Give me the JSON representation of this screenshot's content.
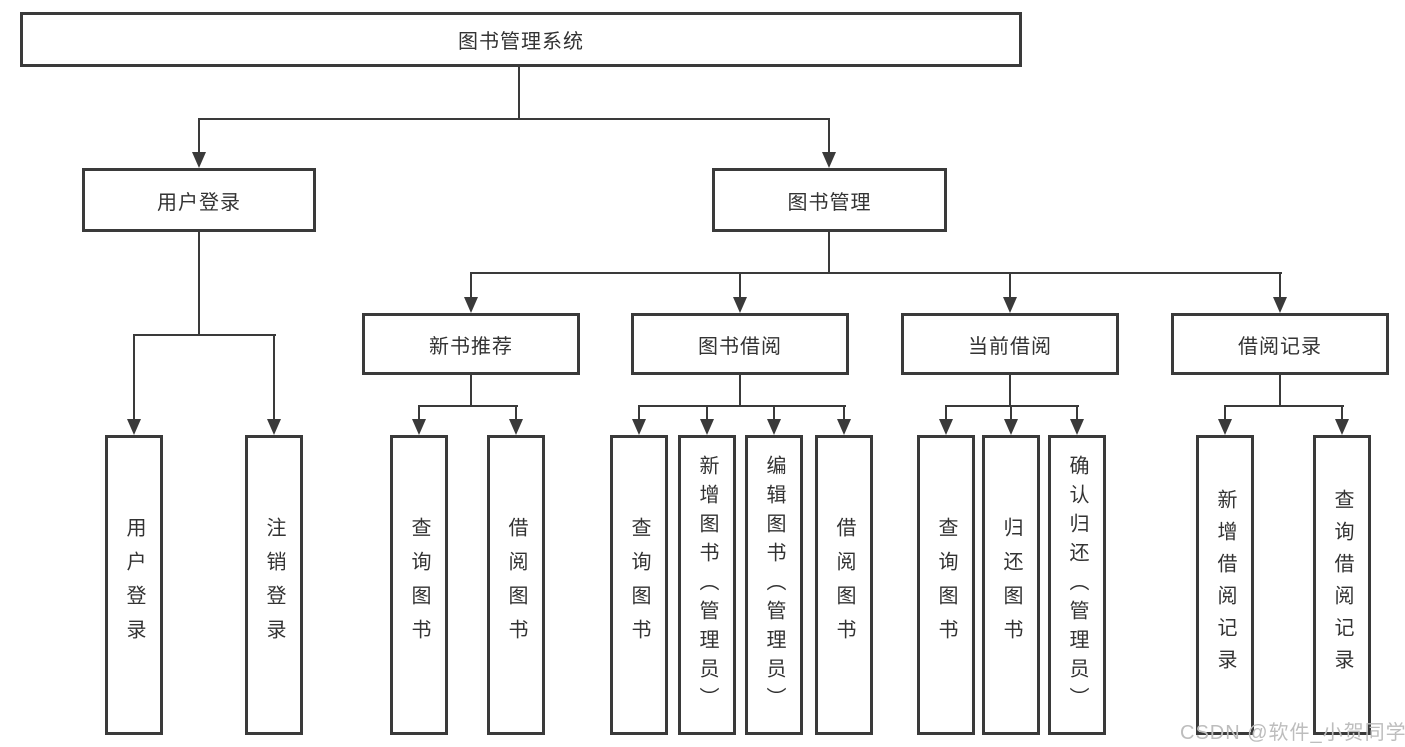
{
  "diagram": {
    "root": {
      "label": "图书管理系统"
    },
    "branches": [
      {
        "label": "用户登录",
        "children": [
          {
            "label": "用户登录"
          },
          {
            "label": "注销登录"
          }
        ]
      },
      {
        "label": "图书管理",
        "children": [
          {
            "label": "新书推荐",
            "children": [
              {
                "label": "查询图书"
              },
              {
                "label": "借阅图书"
              }
            ]
          },
          {
            "label": "图书借阅",
            "children": [
              {
                "label": "查询图书"
              },
              {
                "label": "新增图书（管理员）"
              },
              {
                "label": "编辑图书（管理员）"
              },
              {
                "label": "借阅图书"
              }
            ]
          },
          {
            "label": "当前借阅",
            "children": [
              {
                "label": "查询图书"
              },
              {
                "label": "归还图书"
              },
              {
                "label": "确认归还（管理员）"
              }
            ]
          },
          {
            "label": "借阅记录",
            "children": [
              {
                "label": "新增借阅记录"
              },
              {
                "label": "查询借阅记录"
              }
            ]
          }
        ]
      }
    ]
  },
  "watermark": {
    "text": "CSDN @软件_小贺同学"
  },
  "colors": {
    "line": "#3a3a3a",
    "text": "#333333",
    "watermark": "#bdbdbd",
    "background": "#ffffff"
  }
}
